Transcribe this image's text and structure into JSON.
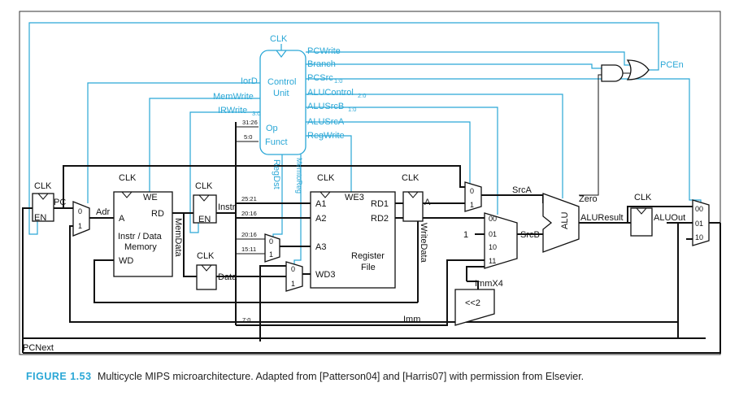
{
  "control_unit": {
    "title_line1": "Control",
    "title_line2": "Unit",
    "clk": "CLK",
    "op": "Op",
    "funct": "Funct",
    "outputs_left": {
      "iord": "IorD",
      "memwrite": "MemWrite",
      "irwrite": "IRWrite",
      "irwrite_sub": "3:0"
    },
    "outputs_right": {
      "pcwrite": "PCWrite",
      "branch": "Branch",
      "pcsrc": "PCSrc",
      "pcsrc_sub": "1:0",
      "alucontrol": "ALUControl",
      "alucontrol_sub": "2:0",
      "alusrcb": "ALUSrcB",
      "alusrcb_sub": "1:0",
      "alusrca": "ALUSrcA",
      "regwrite": "RegWrite"
    },
    "outputs_down": {
      "regdst": "RegDst",
      "memtoreg": "MemtoReg"
    },
    "pcen": "PCEn"
  },
  "instr_bits": {
    "op": "31:26",
    "funct": "5:0",
    "a1": "25:21",
    "a2": "20:16",
    "mux_a": "20:16",
    "mux_b": "15:11",
    "imm": "7:0"
  },
  "pc_register": {
    "clk": "CLK",
    "en": "EN",
    "label": "PC"
  },
  "mux_labels": {
    "zero": "0",
    "one": "1",
    "s00": "00",
    "s01": "01",
    "s10": "10",
    "s11": "11"
  },
  "memory": {
    "clk": "CLK",
    "we": "WE",
    "adr": "Adr",
    "a": "A",
    "rd": "RD",
    "title_line1": "Instr / Data",
    "title_line2": "Memory",
    "wd": "WD",
    "memdata": "MemData"
  },
  "instr_register": {
    "clk": "CLK",
    "en": "EN",
    "label": "Instr"
  },
  "data_register": {
    "clk": "CLK",
    "label": "Data"
  },
  "register_file": {
    "clk": "CLK",
    "we3": "WE3",
    "a1": "A1",
    "a2": "A2",
    "a3": "A3",
    "wd3": "WD3",
    "rd1": "RD1",
    "rd2": "RD2",
    "title_line1": "Register",
    "title_line2": "File"
  },
  "reg_a": {
    "clk": "CLK",
    "label": "A"
  },
  "writedata": "WriteData",
  "srca": "SrcA",
  "srcb": "SrcB",
  "const_one": "1",
  "alu": {
    "label": "ALU",
    "zero": "Zero",
    "result": "ALUResult"
  },
  "aluout": {
    "clk": "CLK",
    "label": "ALUOut"
  },
  "immx4": "ImmX4",
  "shift": "<<2",
  "imm": "Imm",
  "pcnext": "PCNext",
  "caption": {
    "figure": "FIGURE 1.53",
    "text": "Multicycle MIPS microarchitecture. Adapted from [Patterson04] and [Harris07] with permission from Elsevier."
  },
  "colors": {
    "control": "#2aa7d6",
    "datapath": "#111111",
    "caption_label": "#2aa7d6"
  }
}
